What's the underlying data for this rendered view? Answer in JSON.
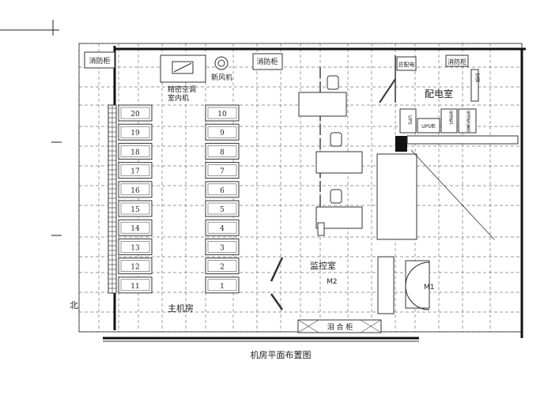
{
  "title": "机房平面布置图",
  "north": "北",
  "rooms": {
    "main": "主机房",
    "monitor": "监控室",
    "power": "配电室"
  },
  "doors": {
    "m1": "M1",
    "m2": "M2"
  },
  "equipment": {
    "fire_cabinet_left": "消防柜",
    "fire_cabinet_mid": "消防柜",
    "fire_cabinet_right": "消防柜",
    "ac_unit": "精密空调",
    "ac_unit_2": "室内机",
    "fresh_air": "新风机",
    "main_distribution": "总配电",
    "ups": "UPS",
    "ups_cabinet": "UPS柜",
    "battery_1": "电池柜1",
    "battery_2": "电池柜(备用)",
    "side_unit": "空调",
    "storage": "泪 合 柜"
  },
  "racks_left": [
    "20",
    "19",
    "18",
    "17",
    "16",
    "15",
    "14",
    "13",
    "12",
    "11"
  ],
  "racks_mid": [
    "10",
    "9",
    "8",
    "7",
    "6",
    "5",
    "4",
    "3",
    "2",
    "1"
  ]
}
